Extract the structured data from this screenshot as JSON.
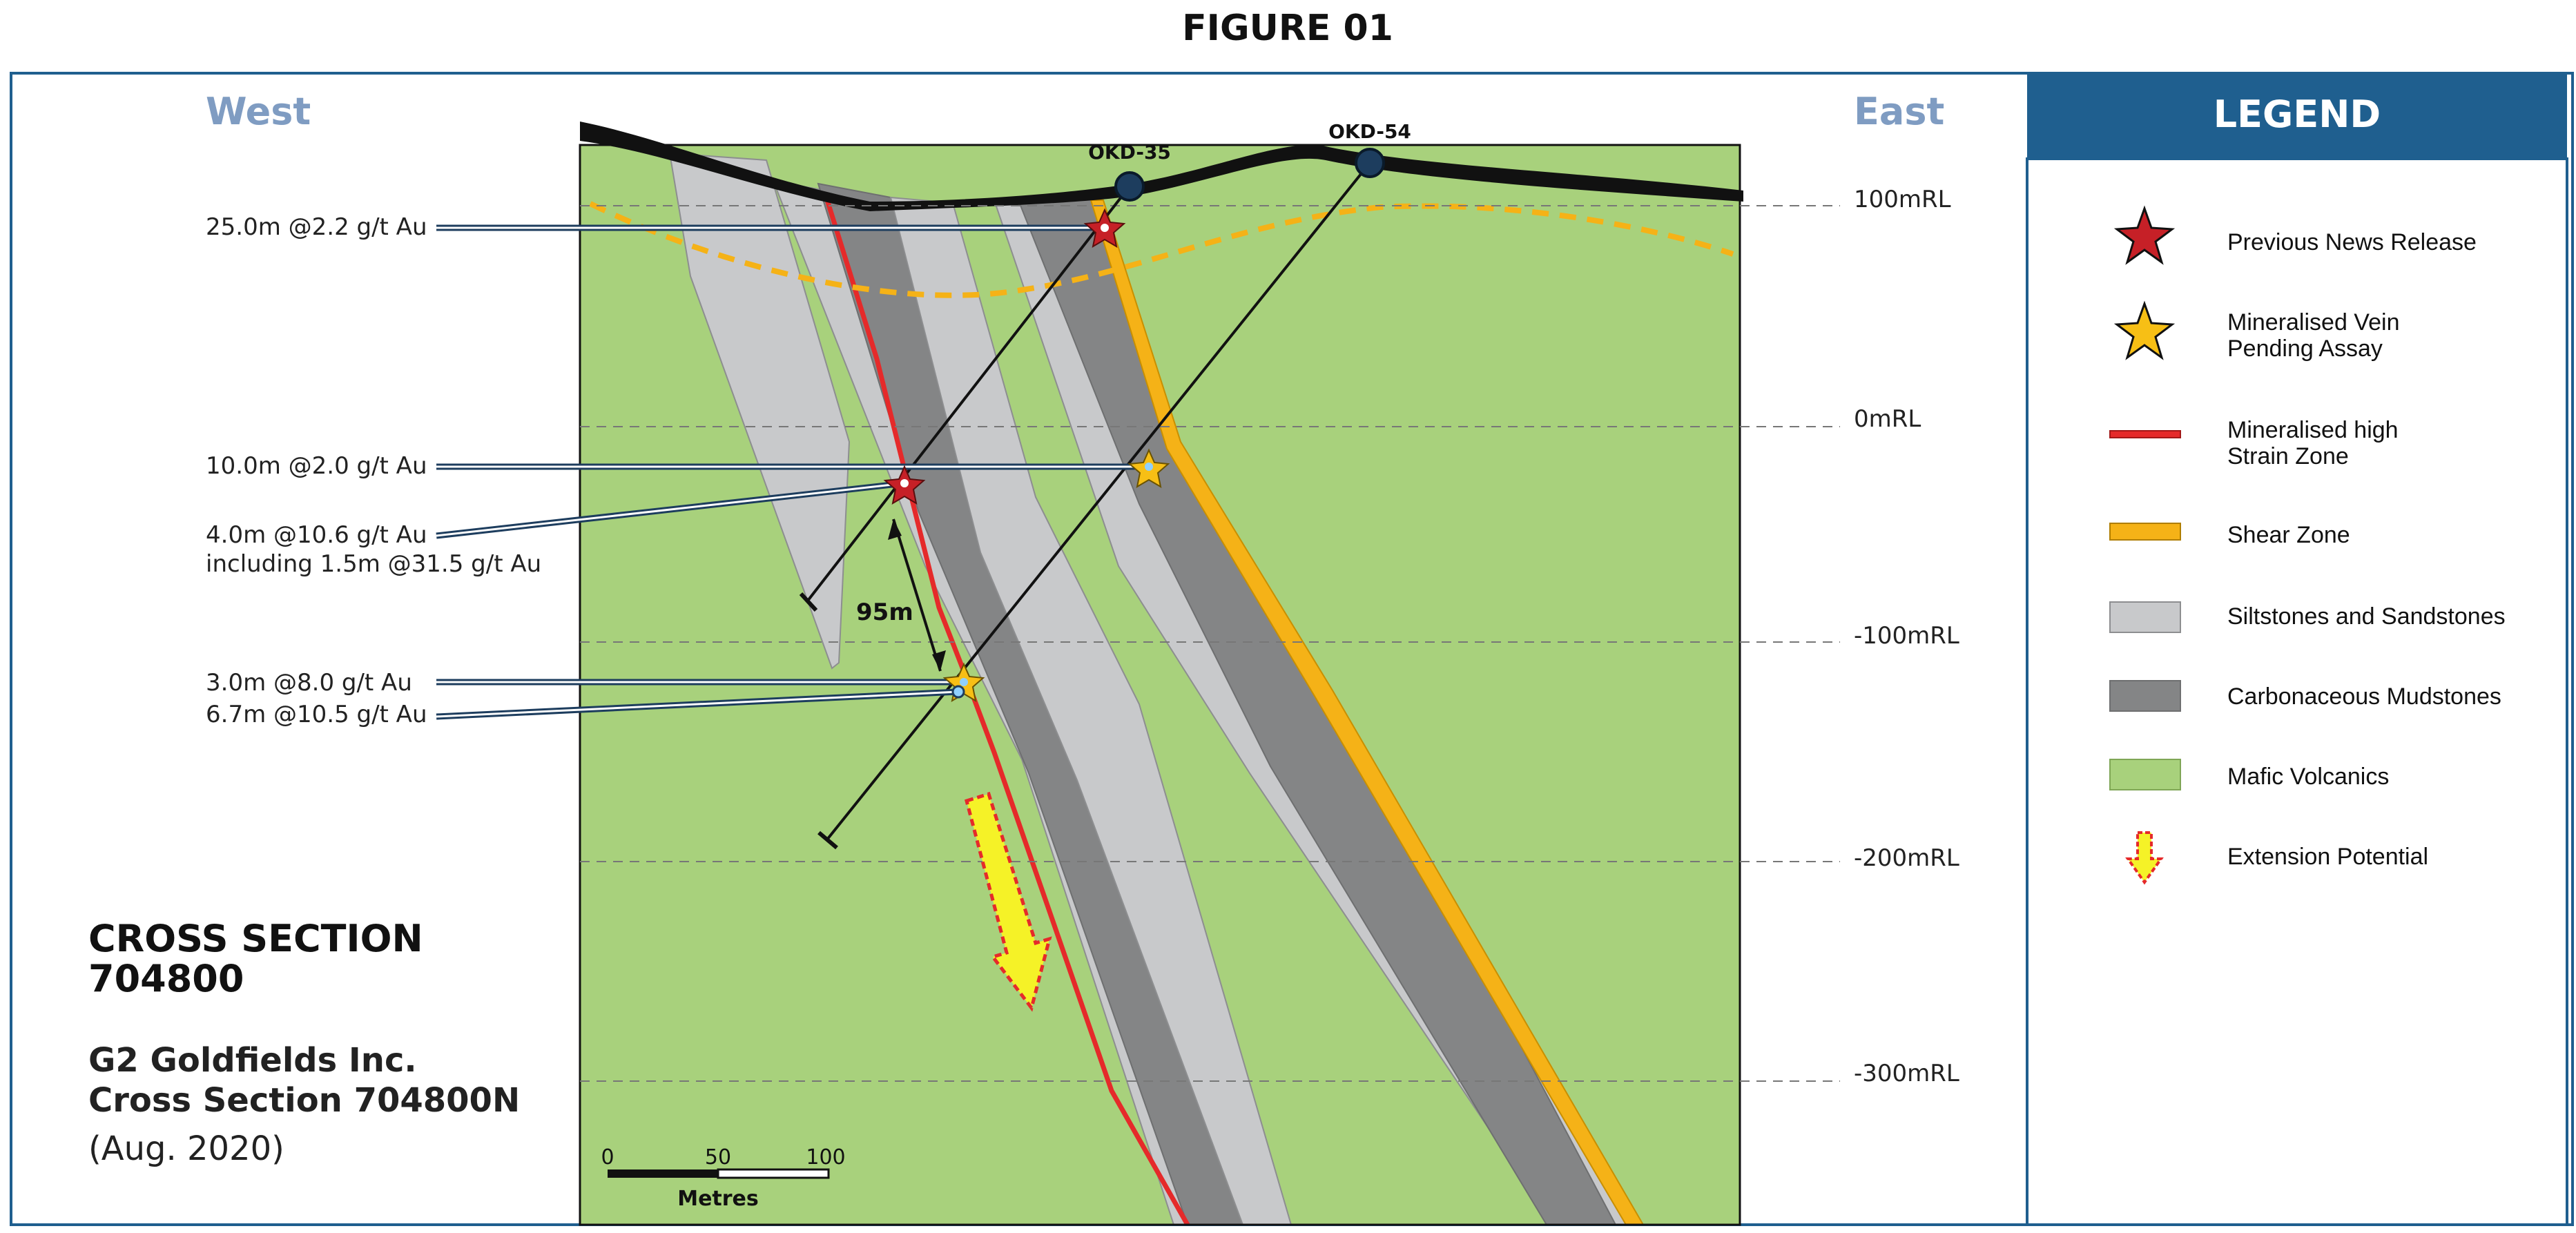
{
  "figure_title": "FIGURE 01",
  "directions": {
    "west": "West",
    "east": "East"
  },
  "drillholes": [
    {
      "name": "OKD-35"
    },
    {
      "name": "OKD-54"
    }
  ],
  "elevation_labels": [
    "100mRL",
    "0mRL",
    "-100mRL",
    "-200mRL",
    "-300mRL"
  ],
  "intercepts": [
    {
      "text": "25.0m @2.2 g/t Au"
    },
    {
      "text": "10.0m @2.0 g/t Au"
    },
    {
      "text": "4.0m @10.6 g/t Au",
      "sub": "including 1.5m @31.5 g/t Au"
    },
    {
      "text": "3.0m @8.0 g/t Au"
    },
    {
      "text": "6.7m @10.5 g/t Au"
    }
  ],
  "distance_label": "95m",
  "section_info": {
    "title_line1": "CROSS SECTION",
    "title_line2": "704800",
    "company_line1": "G2 Goldfields Inc.",
    "company_line2": "Cross Section 704800N",
    "date": "(Aug. 2020)"
  },
  "scale_bar": {
    "ticks": [
      "0",
      "50",
      "100"
    ],
    "unit": "Metres"
  },
  "legend": {
    "title": "LEGEND",
    "items": [
      {
        "icon": "red-star-icon",
        "line1": "Previous News Release",
        "line2": ""
      },
      {
        "icon": "yellow-star-icon",
        "line1": "Mineralised Vein",
        "line2": "Pending Assay"
      },
      {
        "icon": "red-line-swatch",
        "line1": "Mineralised high",
        "line2": "Strain Zone"
      },
      {
        "icon": "shear-zone-swatch",
        "line1": "Shear Zone",
        "line2": ""
      },
      {
        "icon": "siltstone-swatch",
        "line1": "Siltstones and Sandstones",
        "line2": ""
      },
      {
        "icon": "mudstone-swatch",
        "line1": "Carbonaceous Mudstones",
        "line2": ""
      },
      {
        "icon": "mafic-swatch",
        "line1": "Mafic Volcanics",
        "line2": ""
      },
      {
        "icon": "arrow-down-icon",
        "line1": "Extension Potential",
        "line2": ""
      }
    ]
  },
  "colors": {
    "frame": "#1f5f8f",
    "legend_header": "#1f5f8f",
    "mafic": "#a8d17c",
    "siltstone": "#c8c9cb",
    "mudstone": "#848586",
    "shear": "#f5b217",
    "strain_zone": "#e52a2a",
    "red_star": "#c62027",
    "yellow_star": "#f7bf15"
  }
}
